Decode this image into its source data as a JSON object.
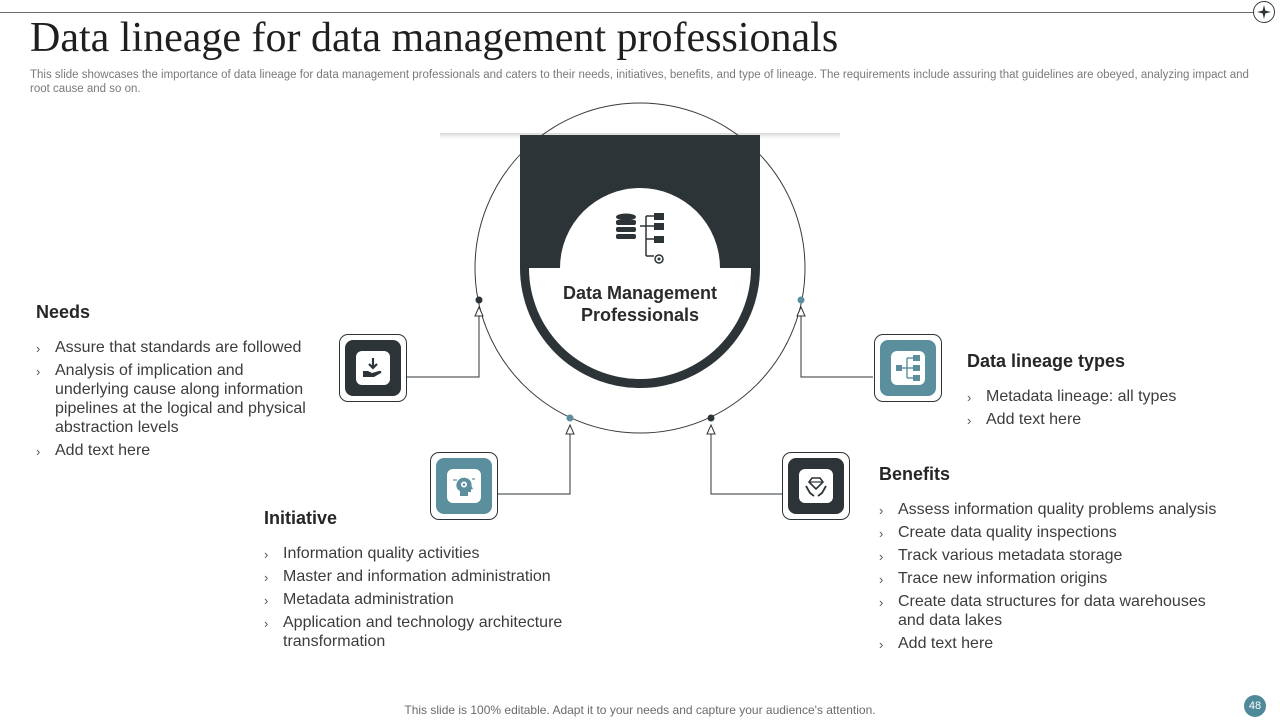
{
  "slide": {
    "title": "Data lineage for data management professionals",
    "subtitle": "This slide showcases the importance of data lineage for data management professionals and caters to their needs, initiatives, benefits, and type of lineage. The requirements include assuring that guidelines are obeyed, analyzing impact and root cause and so on.",
    "footer": "This slide is 100% editable. Adapt it to your needs and capture your audience's attention.",
    "page_number": "48"
  },
  "center": {
    "label": "Data Management Professionals",
    "icon": "database-hierarchy-icon"
  },
  "sections": {
    "needs": {
      "heading": "Needs",
      "icon": "hand-download-icon",
      "items": [
        "Assure that standards are followed",
        "Analysis of implication and underlying cause along information pipelines at the logical and physical abstraction levels",
        "Add text here"
      ]
    },
    "initiative": {
      "heading": "Initiative",
      "icon": "head-gear-icon",
      "items": [
        "Information quality activities",
        "Master and information administration",
        "Metadata administration",
        "Application and technology architecture transformation"
      ]
    },
    "benefits": {
      "heading": "Benefits",
      "icon": "hands-diamond-icon",
      "items": [
        "Assess information quality problems analysis",
        "Create data quality inspections",
        "Track various metadata storage",
        "Trace new information origins",
        "Create data structures for data warehouses and data lakes",
        "Add text here"
      ]
    },
    "lineage_types": {
      "heading": "Data lineage types",
      "icon": "hierarchy-flow-icon",
      "items": [
        "Metadata lineage: all types",
        "Add text here"
      ]
    }
  },
  "colors": {
    "dark": "#2d3438",
    "teal": "#5b8f9e",
    "text": "#3c3c3c"
  }
}
